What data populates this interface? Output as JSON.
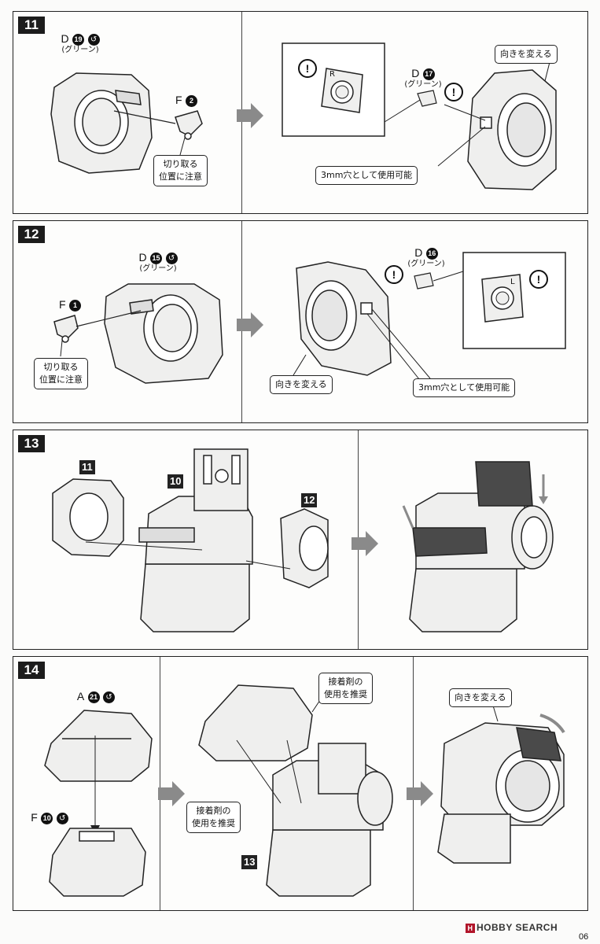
{
  "steps": {
    "s11": {
      "number": "11",
      "part_d_letter": "D",
      "part_d_num": "19",
      "part_d_color": "(グリーン)",
      "part_f_letter": "F",
      "part_f_num": "2",
      "cut_note_l1": "切り取る",
      "cut_note_l2": "位置に注意",
      "part_d2_letter": "D",
      "part_d2_num": "17",
      "part_d2_color": "(グリーン)",
      "turn_note": "向きを変える",
      "hole_note": "3mm穴として使用可能",
      "hole_mark": "R"
    },
    "s12": {
      "number": "12",
      "part_d_letter": "D",
      "part_d_num": "15",
      "part_d_color": "(グリーン)",
      "part_f_letter": "F",
      "part_f_num": "1",
      "cut_note_l1": "切り取る",
      "cut_note_l2": "位置に注意",
      "part_d2_letter": "D",
      "part_d2_num": "16",
      "part_d2_color": "(グリーン)",
      "turn_note": "向きを変える",
      "hole_note": "3mm穴として使用可能",
      "hole_mark": "L"
    },
    "s13": {
      "number": "13",
      "ref_a": "11",
      "ref_b": "10",
      "ref_c": "12"
    },
    "s14": {
      "number": "14",
      "part_a_letter": "A",
      "part_a_num": "21",
      "part_f_letter": "F",
      "part_f_num": "10",
      "glue_note_top_l1": "接着剤の",
      "glue_note_top_l2": "使用を推奨",
      "glue_note_l1": "接着剤の",
      "glue_note_l2": "使用を推奨",
      "ref": "13",
      "turn_note": "向きを変える"
    }
  },
  "warning_symbol": "!",
  "footer": {
    "logo_mark": "H",
    "logo_text": "HOBBY SEARCH",
    "page_number": "06"
  },
  "colors": {
    "frame": "#222222",
    "part_fill": "#efefee",
    "highlight_fill": "#4a4a4a",
    "arrow_gray": "#8a8a8a",
    "logo_red": "#b1152a"
  },
  "icons": {
    "step_arrow": "right-arrow-icon",
    "swirl": "swirl-icon",
    "warning": "exclamation-icon"
  }
}
